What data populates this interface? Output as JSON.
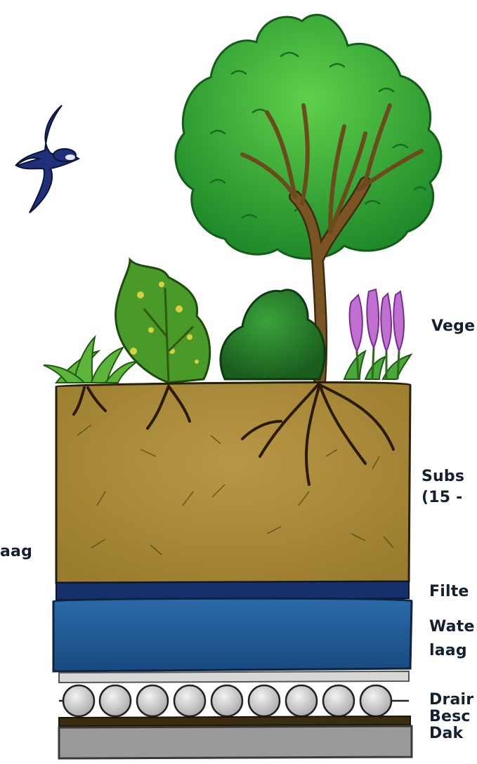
{
  "labels": {
    "left_fragment": "aag",
    "vegetation": "Vege",
    "substrate_line1": "Subs",
    "substrate_line2": "(15 -",
    "filter": "Filte",
    "water_line1": "Wate",
    "water_line2": "laag",
    "drainage": "Drair",
    "protection": "Besc",
    "roof": "Dak"
  },
  "icons": [
    "swift-bird-icon",
    "tree-icon",
    "shrub-icon",
    "bush-icon",
    "grass-tuft-icon",
    "lavender-icon"
  ],
  "colors": {
    "soil": "#a88a3a",
    "filter": "#16306a",
    "water_layer": "#1f5890",
    "drain_pipe": "#d0d0d0",
    "protection": "#3b2e10",
    "roof": "#9a9a9a",
    "foliage": "#3aa83a",
    "trunk": "#6b4a1c",
    "bird": "#1f2f78",
    "lavender": "#c070d0"
  }
}
